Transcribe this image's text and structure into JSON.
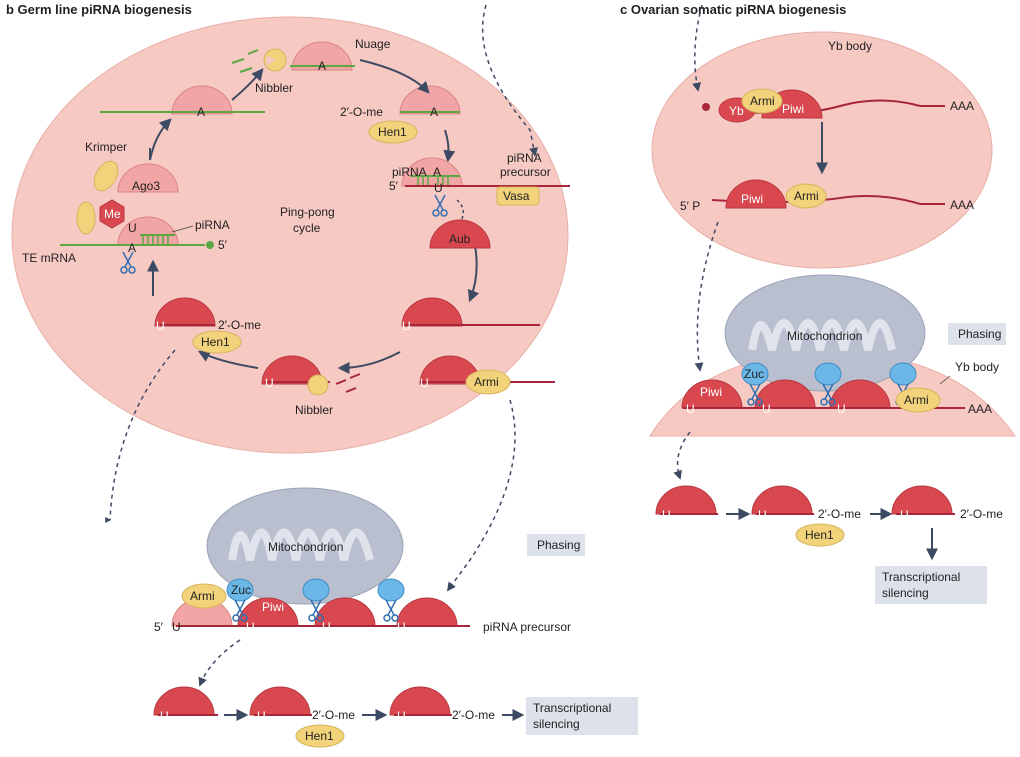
{
  "panel_b": {
    "title": "b  Germ line piRNA biogenesis",
    "nuage": "Nuage",
    "pingpong_1": "Ping-pong",
    "pingpong_2": "cycle",
    "nibbler": "Nibbler",
    "two_o_me": "2′-O-me",
    "hen1": "Hen1",
    "ago3": "Ago3",
    "krimper": "Krimper",
    "me": "Me",
    "pirna": "piRNA",
    "te_mrna": "TE mRNA",
    "five_prime": "5′",
    "aub": "Aub",
    "vasa": "Vasa",
    "precursor_1": "piRNA",
    "precursor_2": "precursor",
    "armi": "Armi",
    "mitochondrion": "Mitochondrion",
    "phasing": "Phasing",
    "zuc": "Zuc",
    "piwi": "Piwi",
    "pirna_precursor": "piRNA precursor",
    "transcriptional_1": "Transcriptional",
    "transcriptional_2": "silencing",
    "base_a": "A",
    "base_u": "U"
  },
  "panel_c": {
    "title": "c  Ovarian somatic piRNA biogenesis",
    "yb_body": "Yb body",
    "yb": "Yb",
    "armi": "Armi",
    "piwi": "Piwi",
    "aaa": "AAA",
    "five_p": "5′ P",
    "mitochondrion": "Mitochondrion",
    "phasing": "Phasing",
    "yb_body_label": "Yb body",
    "zuc": "Zuc",
    "two_o_me": "2′-O-me",
    "hen1": "Hen1",
    "transcriptional_1": "Transcriptional",
    "transcriptional_2": "silencing",
    "base_u": "U"
  },
  "colors": {
    "nuage_fill": "#f7c9c3",
    "protein_light": "#f2a5a5",
    "protein_dark": "#d9484f",
    "rna_dark": "#a8263a",
    "rna_green": "#5aa844",
    "yellow": "#f2d27a",
    "blue_zuc": "#6bb8e8",
    "mito": "#b9bfcf",
    "arrow": "#3d4a63",
    "phasing_box": "#dde1ea"
  }
}
